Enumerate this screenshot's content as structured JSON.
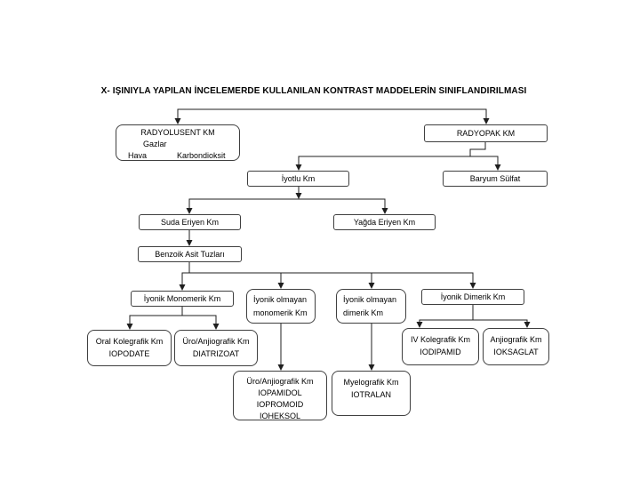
{
  "title": "X- IŞINIYLA YAPILAN İNCELEMERDE KULLANILAN KONTRAST MADDELERİN SINIFLANDIRILMASI",
  "nodes": {
    "radyolusent": {
      "title": "RADYOLUSENT KM",
      "subtitle": "Gazlar",
      "item1": "Hava",
      "item2": "Karbondioksit"
    },
    "radyopak": {
      "label": "RADYOPAK KM"
    },
    "iyotlu": {
      "label": "İyotlu Km"
    },
    "baryum": {
      "label": "Baryum Sülfat"
    },
    "suda": {
      "label": "Suda Eriyen Km"
    },
    "yagda": {
      "label": "Yağda Eriyen Km"
    },
    "benzoik": {
      "label": "Benzoik Asit Tuzları"
    },
    "iyonik_monomerik": {
      "label": "İyonik Monomerik Km"
    },
    "iyonik_olmayan_monomerik": {
      "line1": "İyonik olmayan",
      "line2": "monomerik Km"
    },
    "iyonik_olmayan_dimerik": {
      "line1": "İyonik olmayan",
      "line2": "dimerik Km"
    },
    "iyonik_dimerik": {
      "label": "İyonik Dimerik Km"
    },
    "oral_kolegrafik": {
      "line1": "Oral Kolegrafik Km",
      "line2": "IOPODATE"
    },
    "uro_diatrizoat": {
      "line1": "Üro/Anjiografik Km",
      "line2": "DIATRIZOAT"
    },
    "uro_iopamidol": {
      "line1": "Üro/Anjiografik Km",
      "line2": "IOPAMIDOL",
      "line3": "IOPROMOID",
      "line4": "IOHEKSOL"
    },
    "myelografik": {
      "line1": "Myelografik Km",
      "line2": "IOTRALAN"
    },
    "iv_kolegrafik": {
      "line1": "IV Kolegrafik Km",
      "line2": "IODIPAMID"
    },
    "anjiografik": {
      "line1": "Anjiografik Km",
      "line2": "IOKSAGLAT"
    }
  },
  "colors": {
    "background": "#ffffff",
    "text": "#000000",
    "border": "#3f3f3f",
    "line": "#1f1f1f"
  }
}
